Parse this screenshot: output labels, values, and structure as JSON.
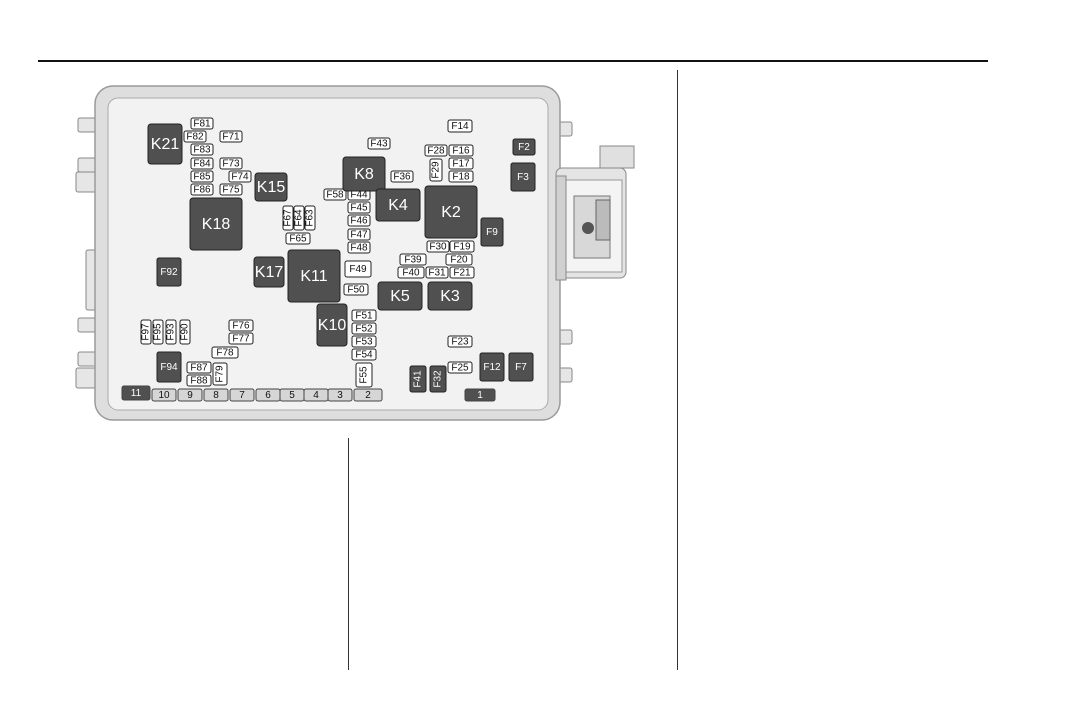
{
  "diagram": {
    "colors": {
      "outer_housing": "#dedede",
      "housing_edge": "#9a9a9a",
      "inner_panel": "#f2f2f2",
      "fuse_fill": "#505050",
      "label_box_fill": "#ffffff",
      "label_box_edge": "#222222"
    },
    "relays": [
      {
        "id": "K21"
      },
      {
        "id": "K15"
      },
      {
        "id": "K18"
      },
      {
        "id": "K17"
      },
      {
        "id": "K11"
      },
      {
        "id": "K10"
      },
      {
        "id": "K8"
      },
      {
        "id": "K4"
      },
      {
        "id": "K2"
      },
      {
        "id": "K5"
      },
      {
        "id": "K3"
      }
    ],
    "fuses": [
      {
        "id": "F92"
      },
      {
        "id": "F94"
      },
      {
        "id": "F9"
      },
      {
        "id": "F3"
      },
      {
        "id": "F2"
      },
      {
        "id": "F12"
      },
      {
        "id": "F7"
      },
      {
        "id": "F41"
      },
      {
        "id": "F32"
      },
      {
        "id": "F55"
      },
      {
        "id": "F79"
      }
    ],
    "labels": [
      {
        "id": "F81"
      },
      {
        "id": "F82"
      },
      {
        "id": "F71"
      },
      {
        "id": "F83"
      },
      {
        "id": "F84"
      },
      {
        "id": "F73"
      },
      {
        "id": "F85"
      },
      {
        "id": "F74"
      },
      {
        "id": "F86"
      },
      {
        "id": "F75"
      },
      {
        "id": "F65"
      },
      {
        "id": "F43"
      },
      {
        "id": "F36"
      },
      {
        "id": "F58"
      },
      {
        "id": "F44"
      },
      {
        "id": "F45"
      },
      {
        "id": "F46"
      },
      {
        "id": "F47"
      },
      {
        "id": "F48"
      },
      {
        "id": "F49"
      },
      {
        "id": "F50"
      },
      {
        "id": "F51"
      },
      {
        "id": "F52"
      },
      {
        "id": "F53"
      },
      {
        "id": "F54"
      },
      {
        "id": "F14"
      },
      {
        "id": "F28"
      },
      {
        "id": "F16"
      },
      {
        "id": "F17"
      },
      {
        "id": "F18"
      },
      {
        "id": "F30"
      },
      {
        "id": "F19"
      },
      {
        "id": "F39"
      },
      {
        "id": "F20"
      },
      {
        "id": "F40"
      },
      {
        "id": "F31"
      },
      {
        "id": "F21"
      },
      {
        "id": "F23"
      },
      {
        "id": "F25"
      },
      {
        "id": "F76"
      },
      {
        "id": "F77"
      },
      {
        "id": "F78"
      },
      {
        "id": "F87"
      },
      {
        "id": "F88"
      }
    ],
    "vertical_labels": [
      {
        "id": "F67"
      },
      {
        "id": "F64"
      },
      {
        "id": "F63"
      },
      {
        "id": "F29"
      },
      {
        "id": "F97"
      },
      {
        "id": "F95"
      },
      {
        "id": "F93"
      },
      {
        "id": "F90"
      }
    ],
    "bottom_slots": [
      {
        "id": "11"
      },
      {
        "id": "10"
      },
      {
        "id": "9"
      },
      {
        "id": "8"
      },
      {
        "id": "7"
      },
      {
        "id": "6"
      },
      {
        "id": "5"
      },
      {
        "id": "4"
      },
      {
        "id": "3"
      },
      {
        "id": "2"
      },
      {
        "id": "1"
      }
    ]
  }
}
